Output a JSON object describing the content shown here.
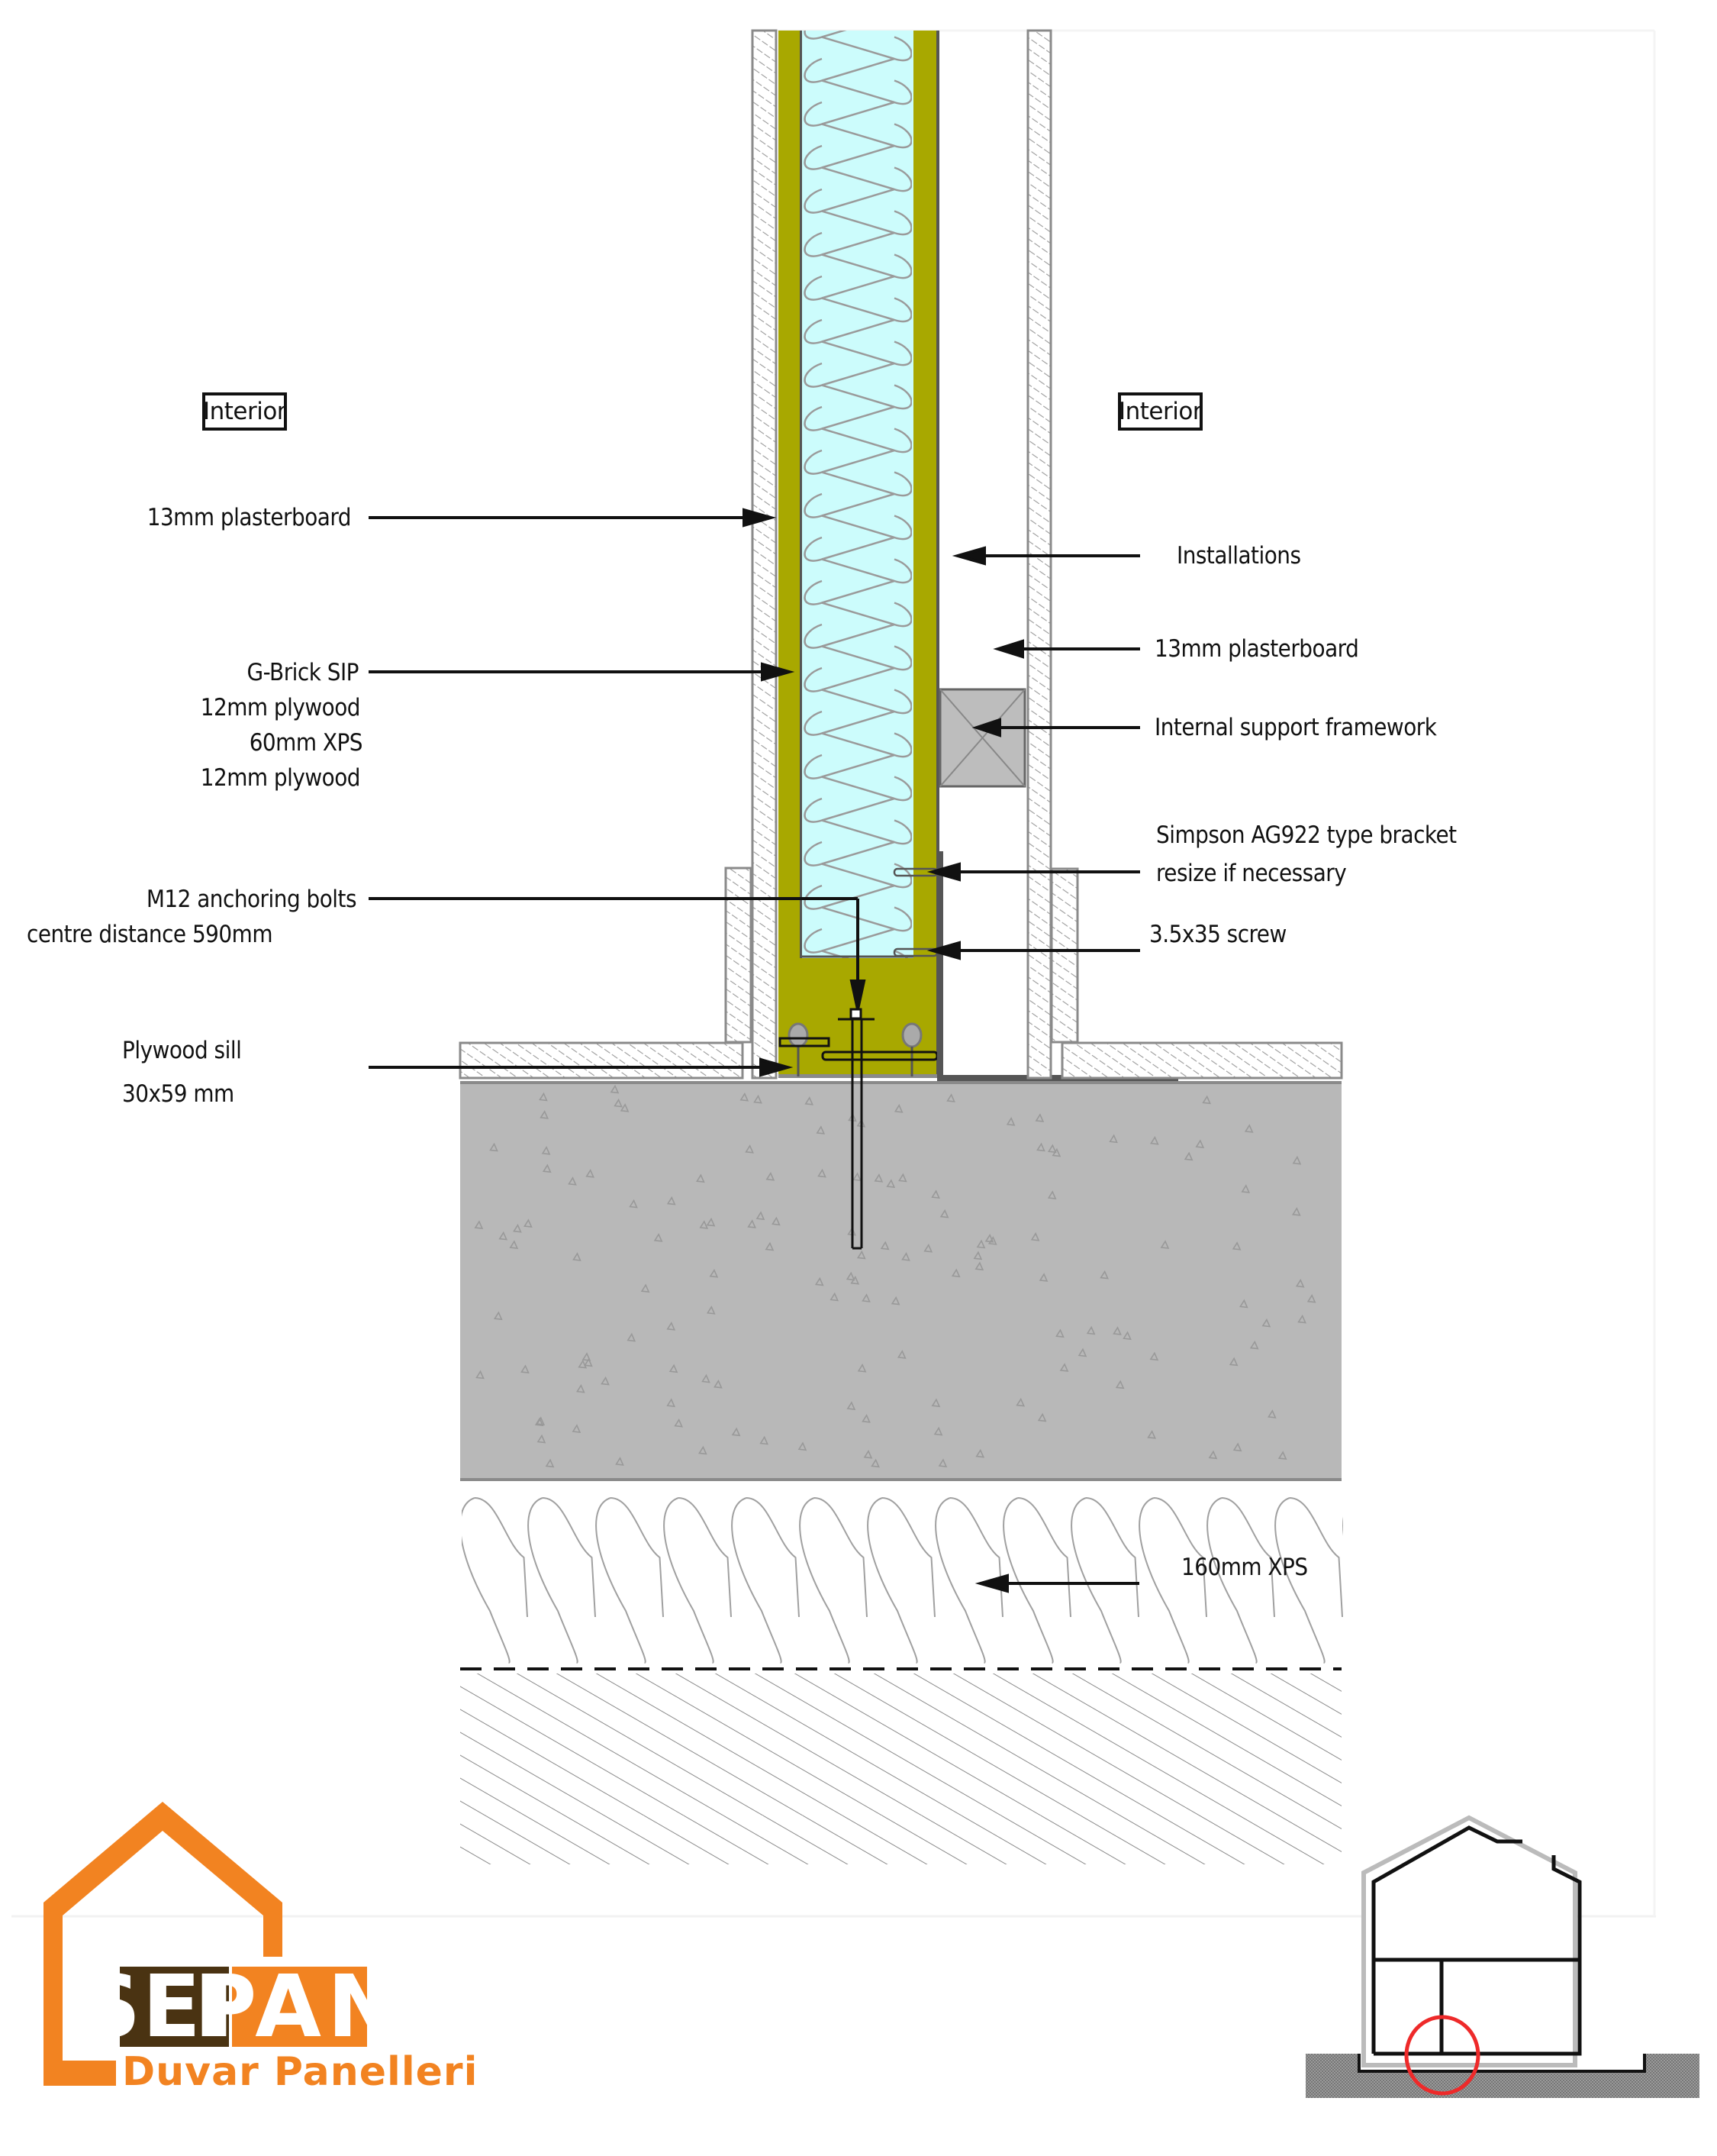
{
  "drawing": {
    "title": "SIP wall to foundation connection detail",
    "zone_labels": {
      "left": "Interior",
      "right": "Interior"
    },
    "callouts_left": {
      "plasterboard": "13mm plasterboard",
      "sip_title": "G-Brick SIP",
      "sip_layer_1": "12mm plywood",
      "sip_layer_2": "60mm XPS",
      "sip_layer_3": "12mm plywood",
      "bolts_line_1": "M12 anchoring bolts",
      "bolts_line_2": "centre distance 590mm",
      "sill_line_1": "Plywood sill",
      "sill_line_2": "30x59 mm"
    },
    "callouts_right": {
      "installations": "Installations",
      "plasterboard": "13mm plasterboard",
      "framework": "Internal support framework",
      "bracket_line_1": "Simpson AG922 type bracket",
      "bracket_line_2": "resize if necessary",
      "screw": "3.5x35 screw",
      "xps_160": "160mm XPS"
    },
    "colors": {
      "plywood": "#a8a800",
      "xps": "#ccfcfc",
      "concrete": "#b8b8b8",
      "framework": "#bdbdbd",
      "bracket": "#555555",
      "highlight_circle": "#ee2a2a"
    }
  },
  "logo": {
    "brand_part_1": "SER",
    "brand_part_2": "PAN",
    "subtitle": "Duvar Panelleri",
    "colors": {
      "orange": "#f28321",
      "brown": "#4a3312"
    }
  },
  "key_plan": {
    "description": "House section key plan with detail location circled"
  }
}
